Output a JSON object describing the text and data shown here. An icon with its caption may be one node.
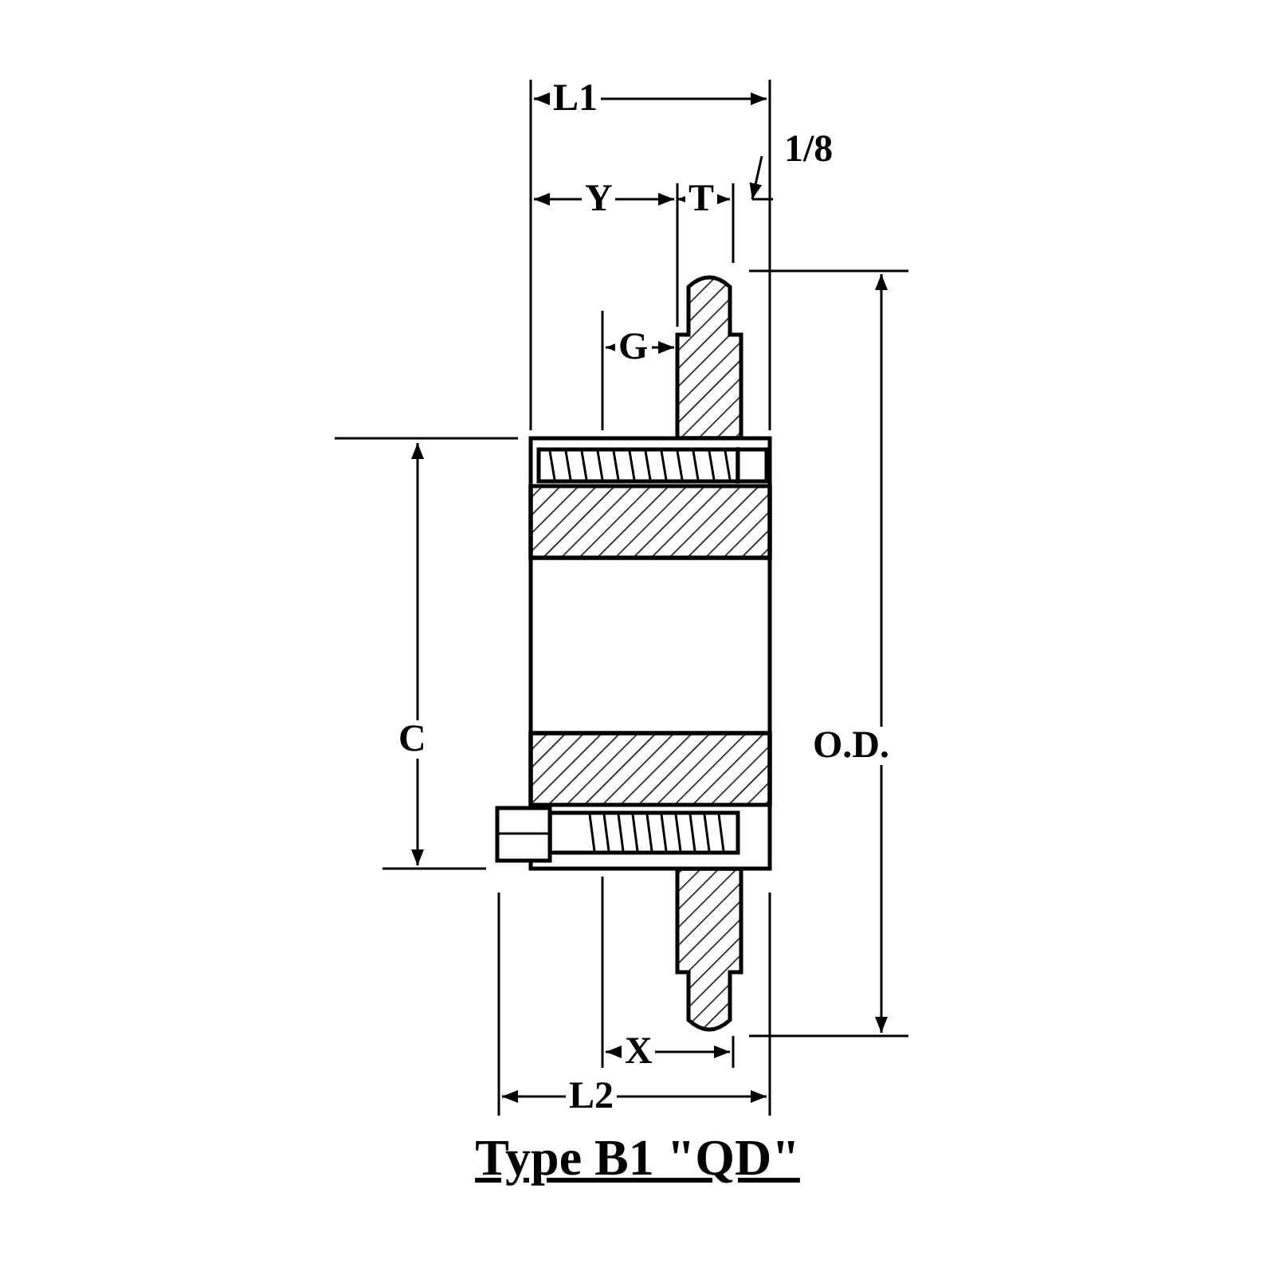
{
  "diagram": {
    "title": "Type B1 \"QD\"",
    "labels": [
      "L1",
      "Y",
      "T",
      "1/8",
      "G",
      "C",
      "O.D.",
      "X",
      "L2"
    ]
  }
}
